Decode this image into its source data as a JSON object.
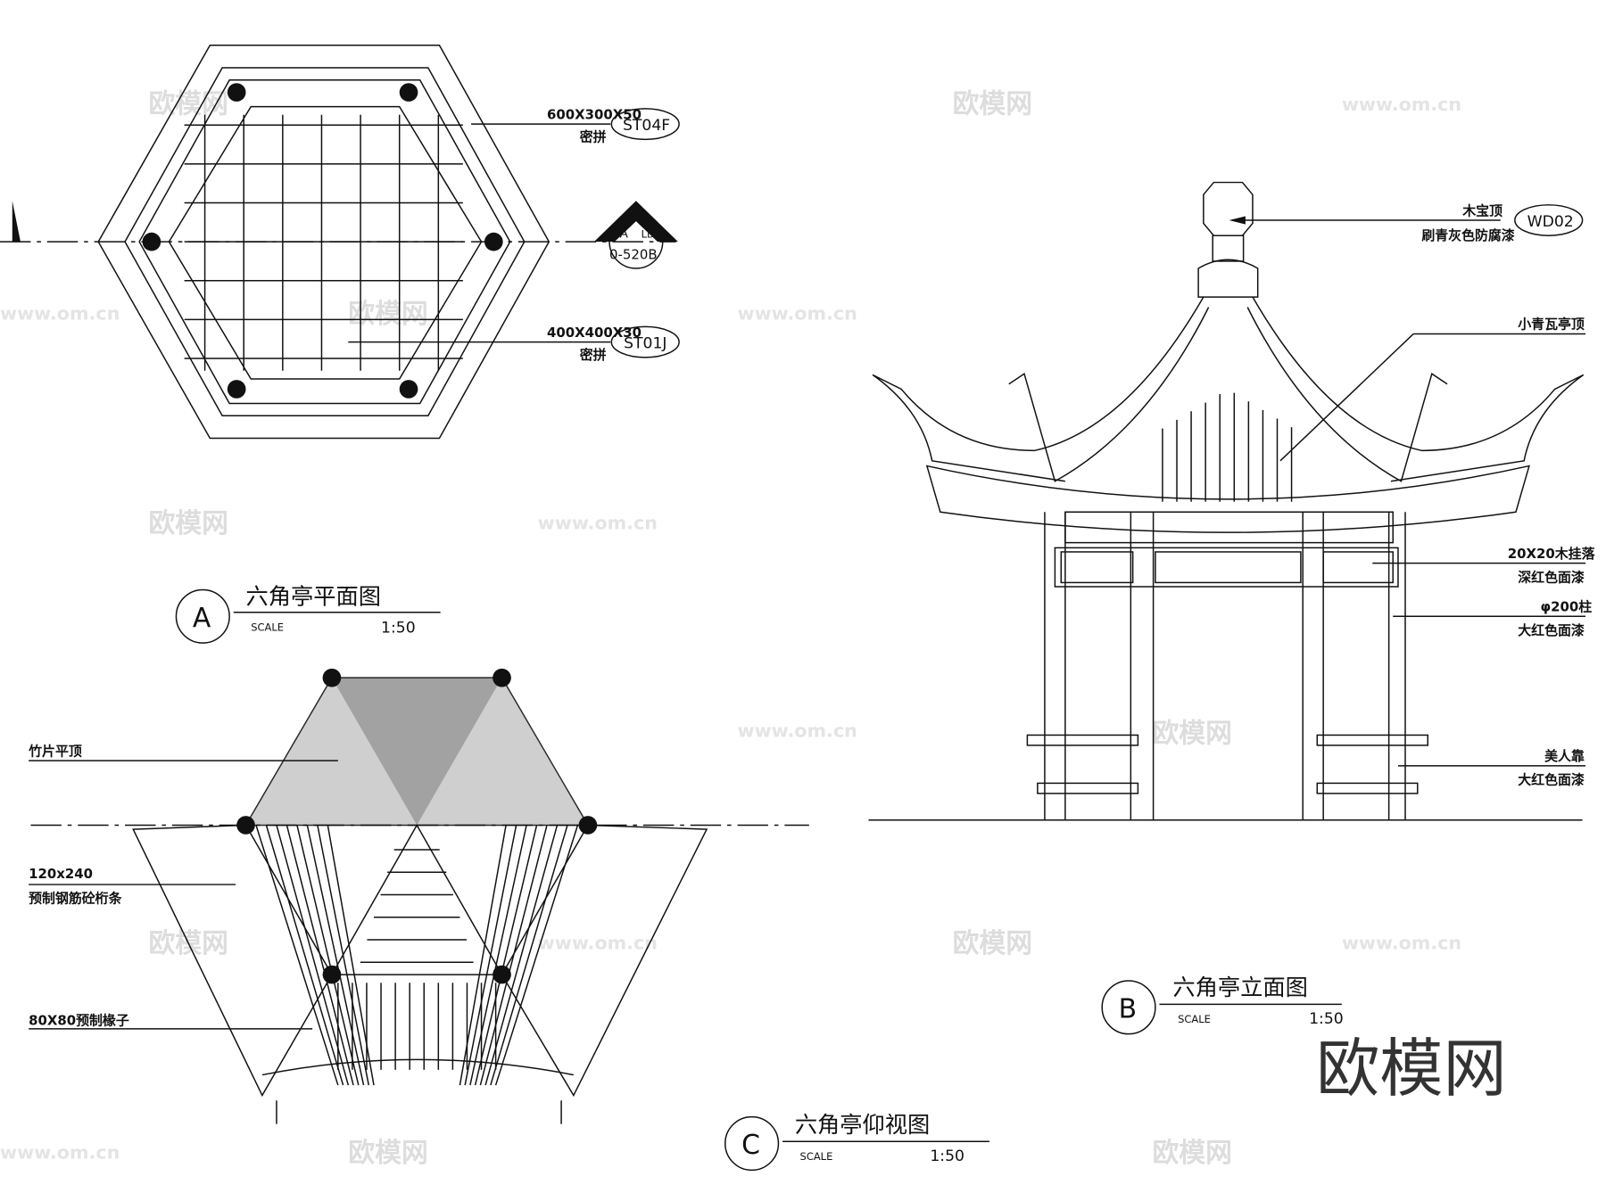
{
  "plan": {
    "title": "六角亭平面图",
    "marker": "A",
    "scale_label": "SCALE",
    "scale": "1:50",
    "note1": {
      "spec": "600X300X50",
      "method": "密拼",
      "tag": "ST04F"
    },
    "note2": {
      "spec": "400X400X30",
      "method": "密拼",
      "tag": "ST01J"
    },
    "section": {
      "letter": "A",
      "sheet": "LD",
      "ref": "0-520B"
    }
  },
  "elevation": {
    "title": "六角亭立面图",
    "marker": "B",
    "scale_label": "SCALE",
    "scale": "1:50",
    "notes": [
      {
        "line1": "木宝顶",
        "line2": "刷青灰色防腐漆",
        "tag": "WD02"
      },
      {
        "line1": "小青瓦亭顶"
      },
      {
        "line1": "20X20木挂落",
        "line2": "深红色面漆"
      },
      {
        "line1": "φ200柱",
        "line2": "大红色面漆"
      },
      {
        "line1": "美人靠",
        "line2": "大红色面漆"
      }
    ]
  },
  "ceiling": {
    "title": "六角亭仰视图",
    "marker": "C",
    "scale_label": "SCALE",
    "scale": "1:50",
    "notes": [
      {
        "line1": "竹片平顶"
      },
      {
        "line1": "120x240",
        "line2": "预制钢筋砼桁条"
      },
      {
        "line1": "80X80预制椽子"
      }
    ]
  },
  "watermark": {
    "brand": "欧模网",
    "url": "www.om.cn"
  }
}
